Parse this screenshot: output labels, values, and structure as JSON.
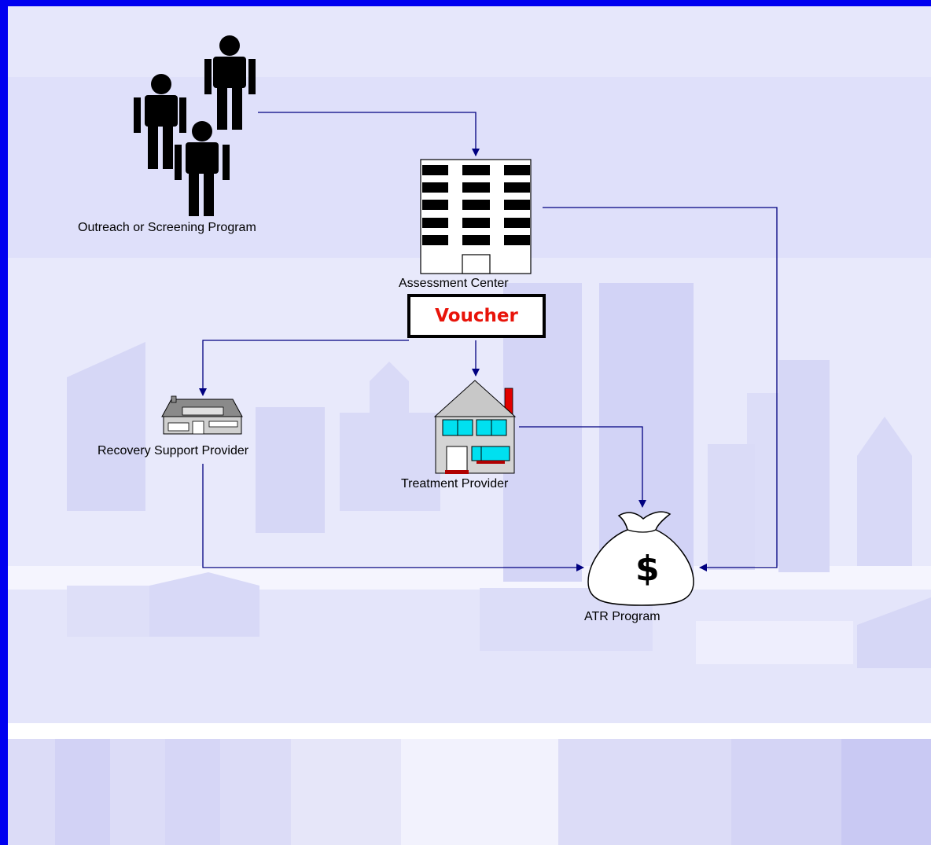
{
  "nodes": {
    "outreach": {
      "label": "Outreach or Screening Program",
      "icon": "people-icon"
    },
    "assessment": {
      "label": "Assessment Center",
      "icon": "office-building-icon"
    },
    "voucher": {
      "label": "Voucher",
      "color": "#e8140a"
    },
    "recovery": {
      "label": "Recovery Support Provider",
      "icon": "house-icon"
    },
    "treatment": {
      "label": "Treatment Provider",
      "icon": "house-icon"
    },
    "atr": {
      "label": "ATR Program",
      "icon": "money-bag-icon",
      "symbol": "$"
    }
  },
  "colors": {
    "border": "#0000f0",
    "background": "#e3e4fb",
    "connector": "#000080",
    "voucher_text": "#e8140a"
  }
}
